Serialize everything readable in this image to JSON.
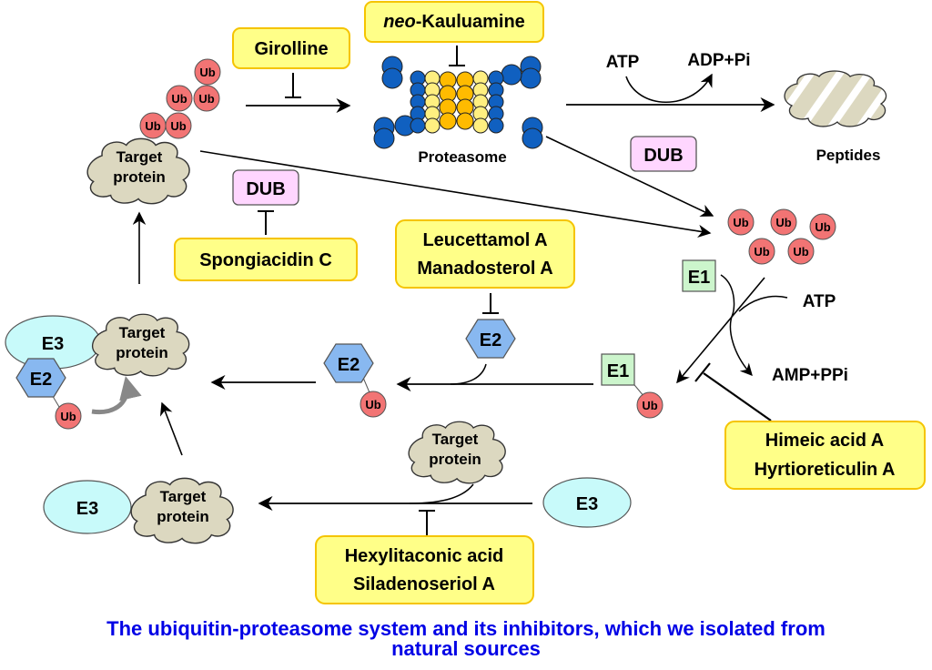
{
  "colors": {
    "inhibitor_fill": "#ffff88",
    "inhibitor_border": "#f5c400",
    "dub_fill": "#ffd6ff",
    "ub_fill": "#f27474",
    "cloud_fill": "#dcd8c0",
    "e1_fill": "#ccf5cc",
    "e2_fill": "#88b8f0",
    "e3_fill": "#c8fafa",
    "proteasome_outer": "#1060c0",
    "proteasome_mid": "#ffef80",
    "proteasome_core": "#ffbb00",
    "caption": "#0000e6"
  },
  "inhibitors": {
    "girolline": "Girolline",
    "neo_kauluamine_prefix": "neo",
    "neo_kauluamine_suffix": "-Kauluamine",
    "spongiacidin": "Spongiacidin C",
    "leucettamol": "Leucettamol A",
    "manadosterol": "Manadosterol A",
    "himeic": "Himeic acid A",
    "hyrtioreticulin": "Hyrtioreticulin A",
    "hexylitaconic": "Hexylitaconic acid",
    "siladenoseriol": "Siladenoseriol A"
  },
  "labels": {
    "ub": "Ub",
    "target_line1": "Target",
    "target_line2": "protein",
    "proteasome": "Proteasome",
    "peptides": "Peptides",
    "dub": "DUB",
    "atp": "ATP",
    "adp_pi": "ADP+Pi",
    "amp_ppi": "AMP+PPi",
    "e1": "E1",
    "e2": "E2",
    "e3": "E3"
  },
  "caption": {
    "line1": "The ubiquitin-proteasome system and its inhibitors, which we isolated from",
    "line2": "natural sources"
  }
}
